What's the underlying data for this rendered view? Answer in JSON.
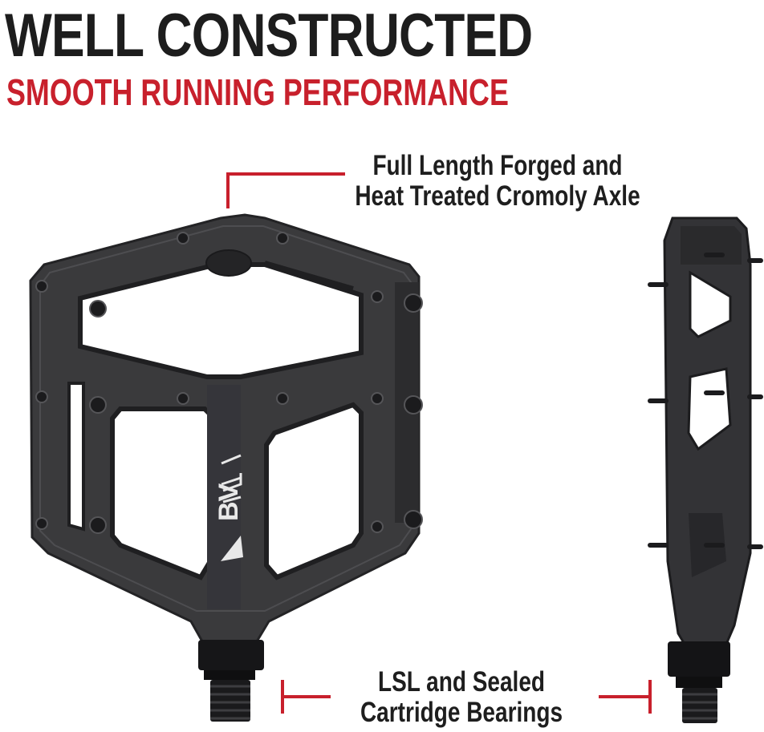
{
  "headline": {
    "title": "WELL CONSTRUCTED",
    "subtitle": "SMOOTH RUNNING PERFORMANCE"
  },
  "callouts": {
    "axle": {
      "line1": "Full Length Forged and",
      "line2": "Heat  Treated Cromoly Axle"
    },
    "bearings": {
      "line1": "LSL and Sealed",
      "line2": "Cartridge Bearings"
    }
  },
  "product": {
    "logo_text": "BV"
  },
  "colors": {
    "title": "#1d1d1d",
    "accent_red": "#c8202c",
    "pedal_body": "#3a3a3c",
    "pedal_shadow": "#222224",
    "background": "#ffffff"
  }
}
